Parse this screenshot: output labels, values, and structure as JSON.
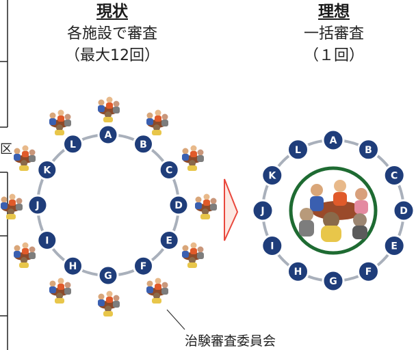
{
  "left": {
    "heading": "現状",
    "line1": "各施設で審査",
    "line2": "（最大12回）",
    "nodes": [
      "A",
      "B",
      "C",
      "D",
      "E",
      "F",
      "G",
      "H",
      "I",
      "J",
      "K",
      "L"
    ]
  },
  "right": {
    "heading": "理想",
    "line1": "一括審査",
    "line2": "（１回）",
    "nodes": [
      "A",
      "B",
      "C",
      "D",
      "E",
      "F",
      "G",
      "H",
      "I",
      "J",
      "K",
      "L"
    ]
  },
  "caption": "治験審査委員会",
  "edge_text": "区",
  "colors": {
    "node_fill": "#1f3d7a",
    "ring": "#a9b0bb",
    "arrow": "#e9473c",
    "arrow_fill": "#fde8e2",
    "center_ring": "#1e6b32"
  }
}
